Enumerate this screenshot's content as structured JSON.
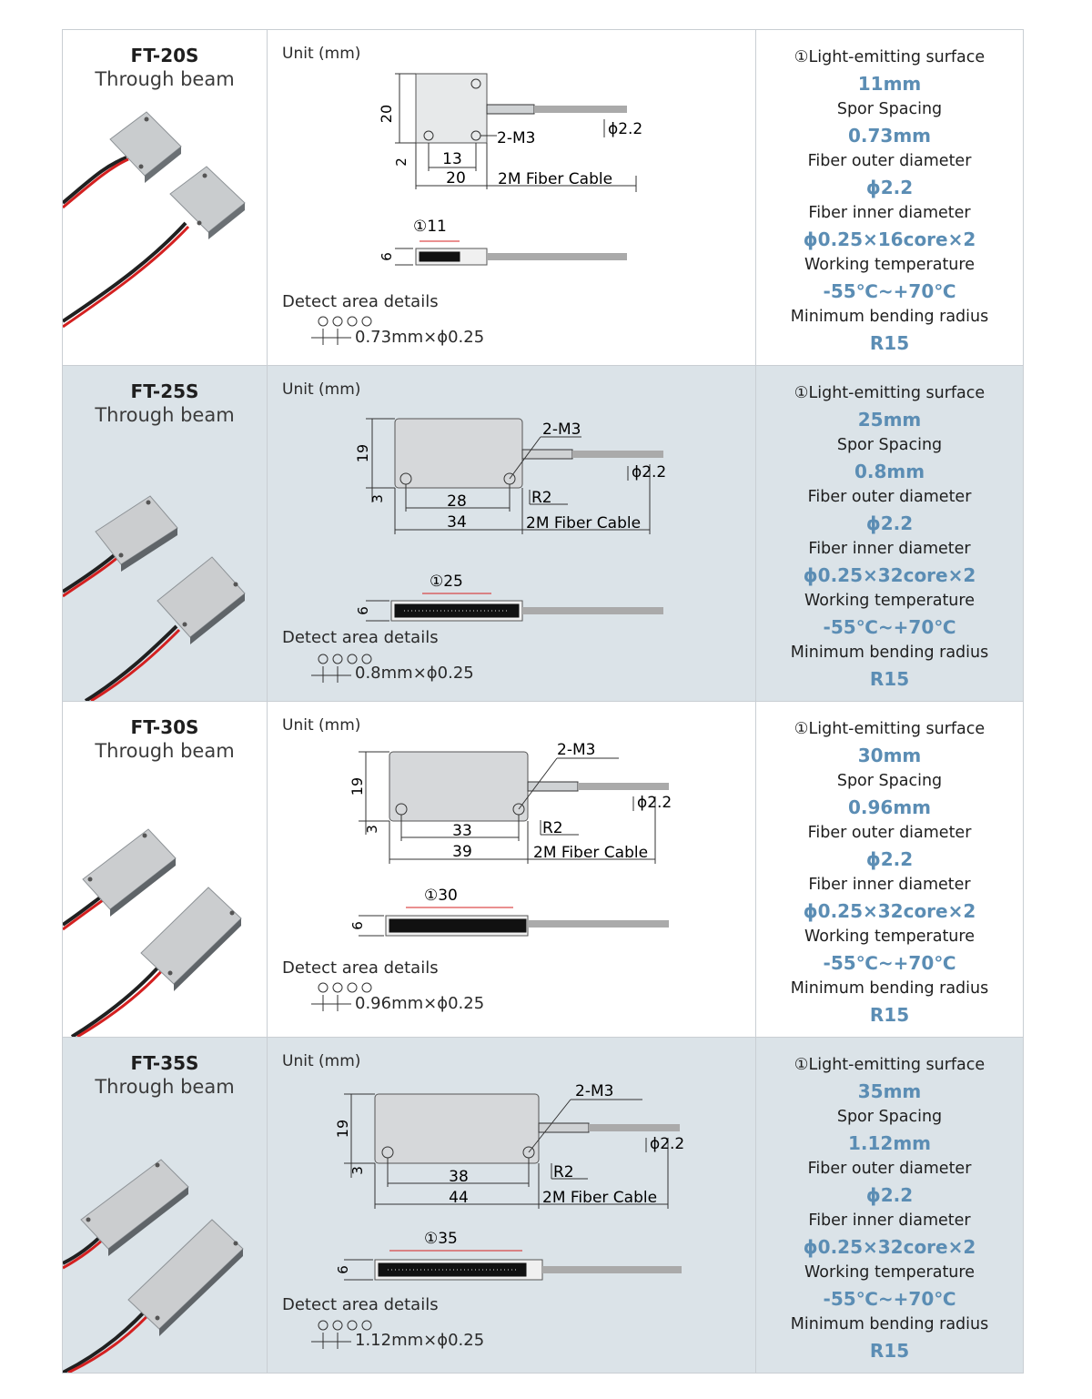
{
  "products": [
    {
      "model": "FT-20S",
      "type": "Through beam",
      "unit": "Unit (mm)",
      "dims": {
        "height": "20",
        "offset": "2",
        "hole_spacing": "13",
        "width": "20",
        "thread": "2-M3",
        "cable": "2M Fiber Cable",
        "fiber": "ϕ2.2",
        "radius": "",
        "surface": "①11",
        "thickness": "6"
      },
      "detect_title": "Detect area details",
      "detect_value": "0.73mm×ϕ0.25",
      "specs": [
        {
          "label": "①Light-emitting surface",
          "value": "11mm"
        },
        {
          "label": "Spor Spacing",
          "value": "0.73mm"
        },
        {
          "label": "Fiber outer diameter",
          "value": "ϕ2.2"
        },
        {
          "label": "Fiber inner diameter",
          "value": "ϕ0.25×16core×2"
        },
        {
          "label": "Working temperature",
          "value": "-55℃~+70℃"
        },
        {
          "label": "Minimum bending radius",
          "value": "R15"
        }
      ]
    },
    {
      "model": "FT-25S",
      "type": "Through beam",
      "unit": "Unit (mm)",
      "dims": {
        "height": "19",
        "offset": "3",
        "hole_spacing": "28",
        "width": "34",
        "thread": "2-M3",
        "cable": "2M Fiber Cable",
        "fiber": "ϕ2.2",
        "radius": "R2",
        "surface": "①25",
        "thickness": "6"
      },
      "detect_title": "Detect area details",
      "detect_value": "0.8mm×ϕ0.25",
      "specs": [
        {
          "label": "①Light-emitting surface",
          "value": "25mm"
        },
        {
          "label": "Spor Spacing",
          "value": "0.8mm"
        },
        {
          "label": "Fiber outer diameter",
          "value": "ϕ2.2"
        },
        {
          "label": "Fiber inner diameter",
          "value": "ϕ0.25×32core×2"
        },
        {
          "label": "Working temperature",
          "value": "-55℃~+70℃"
        },
        {
          "label": "Minimum bending radius",
          "value": "R15"
        }
      ]
    },
    {
      "model": "FT-30S",
      "type": "Through beam",
      "unit": "Unit (mm)",
      "dims": {
        "height": "19",
        "offset": "3",
        "hole_spacing": "33",
        "width": "39",
        "thread": "2-M3",
        "cable": "2M Fiber Cable",
        "fiber": "ϕ2.2",
        "radius": "R2",
        "surface": "①30",
        "thickness": "6"
      },
      "detect_title": "Detect area details",
      "detect_value": "0.96mm×ϕ0.25",
      "specs": [
        {
          "label": "①Light-emitting surface",
          "value": "30mm"
        },
        {
          "label": "Spor Spacing",
          "value": "0.96mm"
        },
        {
          "label": "Fiber outer diameter",
          "value": "ϕ2.2"
        },
        {
          "label": "Fiber inner diameter",
          "value": "ϕ0.25×32core×2"
        },
        {
          "label": "Working temperature",
          "value": "-55℃~+70℃"
        },
        {
          "label": "Minimum bending radius",
          "value": "R15"
        }
      ]
    },
    {
      "model": "FT-35S",
      "type": "Through beam",
      "unit": "Unit (mm)",
      "dims": {
        "height": "19",
        "offset": "3",
        "hole_spacing": "38",
        "width": "44",
        "thread": "2-M3",
        "cable": "2M Fiber Cable",
        "fiber": "ϕ2.2",
        "radius": "R2",
        "surface": "①35",
        "thickness": "6"
      },
      "detect_title": "Detect area details",
      "detect_value": "1.12mm×ϕ0.25",
      "specs": [
        {
          "label": "①Light-emitting surface",
          "value": "35mm"
        },
        {
          "label": "Spor Spacing",
          "value": "1.12mm"
        },
        {
          "label": "Fiber outer diameter",
          "value": "ϕ2.2"
        },
        {
          "label": "Fiber inner diameter",
          "value": "ϕ0.25×32core×2"
        },
        {
          "label": "Working temperature",
          "value": "-55℃~+70℃"
        },
        {
          "label": "Minimum bending radius",
          "value": "R15"
        }
      ]
    }
  ]
}
